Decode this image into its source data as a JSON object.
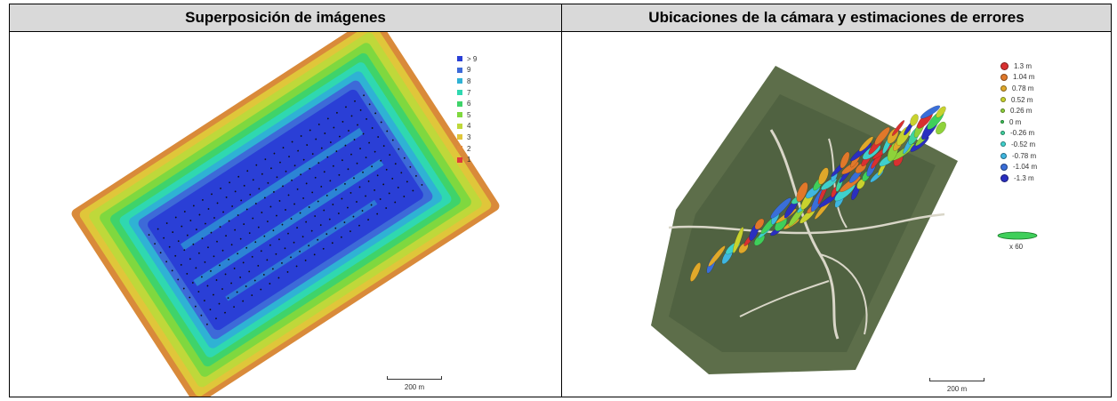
{
  "left_panel": {
    "title": "Superposición de imágenes",
    "legend": [
      {
        "label": "> 9",
        "color": "#2a3fd6"
      },
      {
        "label": "9",
        "color": "#3d6ad8"
      },
      {
        "label": "8",
        "color": "#2fb2d4"
      },
      {
        "label": "7",
        "color": "#2fd8b0"
      },
      {
        "label": "6",
        "color": "#3fd36a"
      },
      {
        "label": "5",
        "color": "#7fd83f"
      },
      {
        "label": "4",
        "color": "#bfd83a"
      },
      {
        "label": "3",
        "color": "#e0c63a"
      },
      {
        "label": "2",
        "color": "#e08a3a"
      },
      {
        "label": "1",
        "color": "#e03a3a"
      }
    ],
    "scale_label": "200 m"
  },
  "right_panel": {
    "title": "Ubicaciones de la cámara y estimaciones de errores",
    "legend": [
      {
        "label": "1.3 m",
        "color": "#d93030"
      },
      {
        "label": "1.04 m",
        "color": "#e0782a"
      },
      {
        "label": "0.78 m",
        "color": "#e0a82a"
      },
      {
        "label": "0.52 m",
        "color": "#c8d22e"
      },
      {
        "label": "0.26 m",
        "color": "#8ed23a"
      },
      {
        "label": "0 m",
        "color": "#3fcf5a"
      },
      {
        "label": "-0.26 m",
        "color": "#3fd3a0"
      },
      {
        "label": "-0.52 m",
        "color": "#3fd0cc"
      },
      {
        "label": "-0.78 m",
        "color": "#3fb6e0"
      },
      {
        "label": "-1.04 m",
        "color": "#3a6ed8"
      },
      {
        "label": "-1.3 m",
        "color": "#2a2fc0"
      }
    ],
    "multiplier_label": "x 60",
    "scale_label": "200 m"
  }
}
